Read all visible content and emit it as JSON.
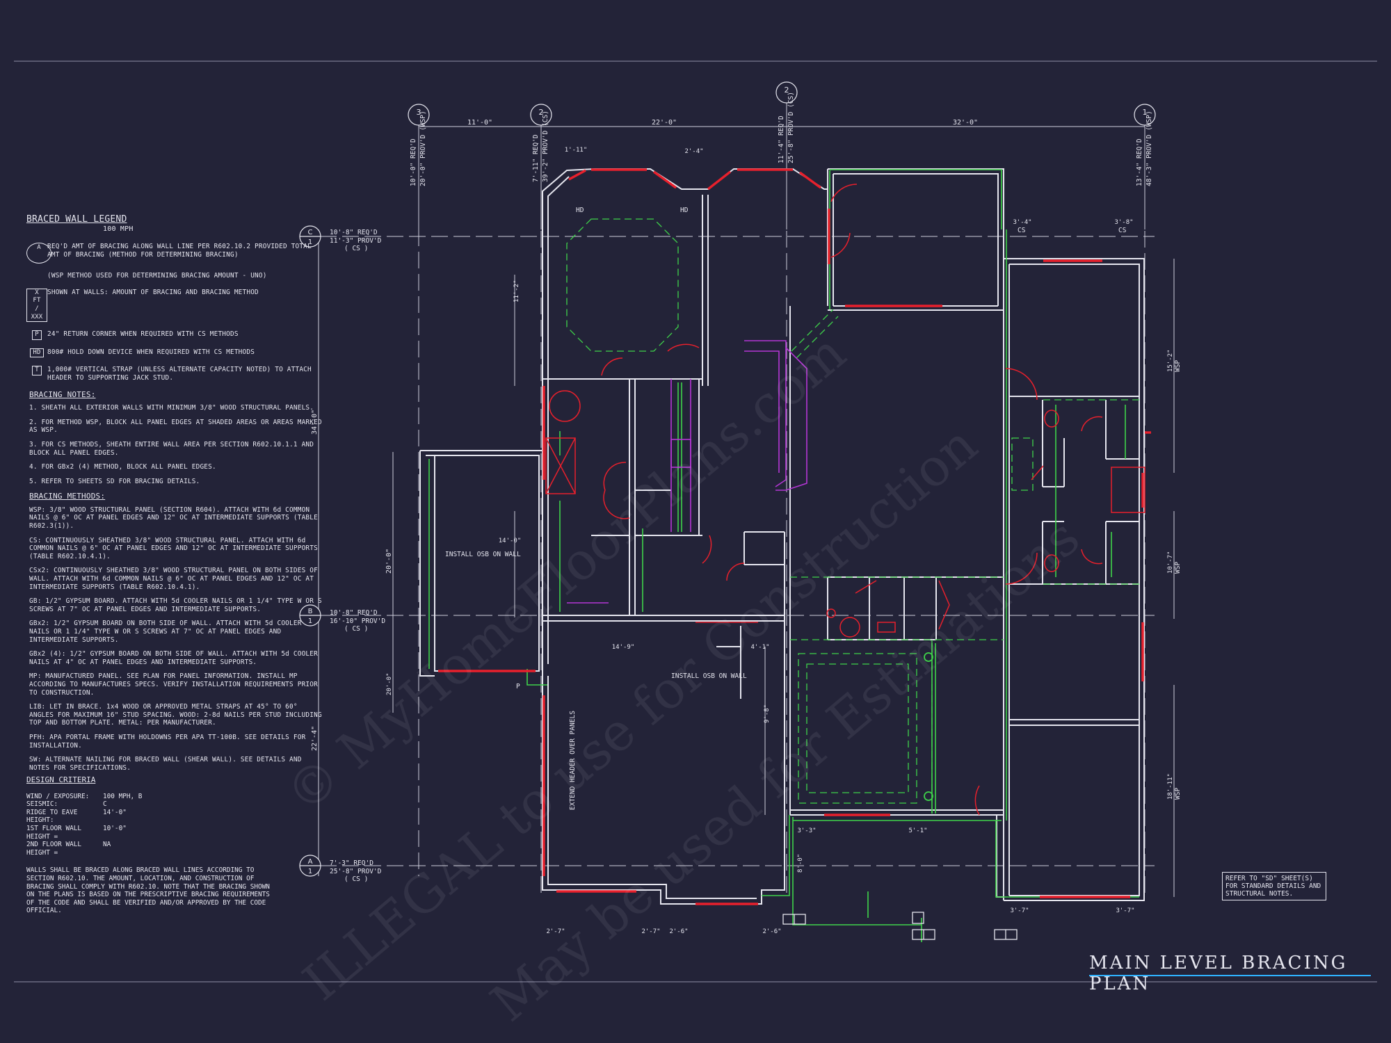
{
  "legend": {
    "title": "BRACED WALL LEGEND",
    "wind": "100 MPH",
    "items": [
      {
        "symbol": "A",
        "text": "REQ'D AMT OF BRACING ALONG WALL LINE PER R602.10.2 PROVIDED TOTAL AMT OF BRACING (METHOD FOR DETERMINING BRACING)"
      },
      {
        "symbol": "",
        "text": "(WSP METHOD USED FOR DETERMINING BRACING AMOUNT - UNO)"
      },
      {
        "symbol": "X FT / XXX",
        "text": "SHOWN AT WALLS: AMOUNT OF BRACING AND BRACING METHOD"
      },
      {
        "symbol": "P",
        "text": "24\" RETURN CORNER WHEN REQUIRED WITH CS METHODS"
      },
      {
        "symbol": "HD",
        "text": "800# HOLD DOWN DEVICE WHEN REQUIRED WITH CS METHODS"
      },
      {
        "symbol": "T",
        "text": "1,000# VERTICAL STRAP (UNLESS ALTERNATE CAPACITY NOTED) TO ATTACH HEADER TO SUPPORTING JACK STUD."
      }
    ]
  },
  "bracing_notes": {
    "title": "BRACING NOTES:",
    "items": [
      "1. SHEATH ALL EXTERIOR WALLS WITH MINIMUM 3/8\" WOOD STRUCTURAL PANELS.",
      "2. FOR METHOD WSP, BLOCK ALL PANEL EDGES AT SHADED AREAS OR AREAS MARKED AS WSP.",
      "3. FOR CS METHODS, SHEATH ENTIRE WALL AREA PER SECTION R602.10.1.1 AND BLOCK ALL PANEL EDGES.",
      "4. FOR GBx2 (4) METHOD, BLOCK ALL PANEL EDGES.",
      "5. REFER TO SHEETS SD FOR BRACING DETAILS."
    ]
  },
  "bracing_methods": {
    "title": "BRACING METHODS:",
    "items": [
      "WSP: 3/8\" WOOD STRUCTURAL PANEL (SECTION R604). ATTACH WITH 6d COMMON NAILS @ 6\" OC AT PANEL EDGES AND 12\" OC AT INTERMEDIATE SUPPORTS (TABLE R602.3(1)).",
      "CS: CONTINUOUSLY SHEATHED 3/8\" WOOD STRUCTURAL PANEL. ATTACH WITH 6d COMMON NAILS @ 6\" OC AT PANEL EDGES AND 12\" OC AT INTERMEDIATE SUPPORTS (TABLE R602.10.4.1).",
      "CSx2: CONTINUOUSLY SHEATHED 3/8\" WOOD STRUCTURAL PANEL ON BOTH SIDES OF WALL. ATTACH WITH 6d COMMON NAILS @ 6\" OC AT PANEL EDGES AND 12\" OC AT INTERMEDIATE SUPPORTS (TABLE R602.10.4.1).",
      "GB: 1/2\" GYPSUM BOARD. ATTACH WITH 5d COOLER NAILS OR 1 1/4\" TYPE W OR S SCREWS AT 7\" OC AT PANEL EDGES AND INTERMEDIATE SUPPORTS.",
      "GBx2: 1/2\" GYPSUM BOARD ON BOTH SIDE OF WALL. ATTACH WITH 5d COOLER NAILS OR 1 1/4\" TYPE W OR S SCREWS AT 7\" OC AT PANEL EDGES AND INTERMEDIATE SUPPORTS.",
      "GBx2 (4): 1/2\" GYPSUM BOARD ON BOTH SIDE OF WALL. ATTACH WITH 5d COOLER NAILS AT 4\" OC AT PANEL EDGES AND INTERMEDIATE SUPPORTS.",
      "MP: MANUFACTURED PANEL. SEE PLAN FOR PANEL INFORMATION. INSTALL MP ACCORDING TO MANUFACTURES SPECS. VERIFY INSTALLATION REQUIREMENTS PRIOR TO CONSTRUCTION.",
      "LIB: LET IN BRACE. 1x4 WOOD OR APPROVED METAL STRAPS AT 45° TO 60° ANGLES FOR MAXIMUM 16\" STUD SPACING. WOOD: 2-8d NAILS PER STUD INCLUDING TOP AND BOTTOM PLATE. METAL: PER MANUFACTURER.",
      "PFH: APA PORTAL FRAME WITH HOLDOWNS PER APA TT-100B. SEE DETAILS FOR INSTALLATION.",
      "SW: ALTERNATE NAILING FOR BRACED WALL (SHEAR WALL). SEE DETAILS AND NOTES FOR SPECIFICATIONS."
    ]
  },
  "design_criteria": {
    "title": "DESIGN CRITERIA",
    "rows": [
      {
        "k": "WIND / EXPOSURE:",
        "v": "100 MPH, B"
      },
      {
        "k": "SEISMIC:",
        "v": "C"
      },
      {
        "k": "RIDGE TO EAVE HEIGHT:",
        "v": "14'-0\""
      },
      {
        "k": "1ST FLOOR WALL HEIGHT =",
        "v": "10'-0\""
      },
      {
        "k": "2ND FLOOR WALL HEIGHT =",
        "v": "NA"
      }
    ],
    "paragraph": "WALLS SHALL BE BRACED ALONG BRACED WALL LINES ACCORDING TO SECTION R602.10. THE AMOUNT, LOCATION, AND CONSTRUCTION OF BRACING SHALL COMPLY WITH R602.10. NOTE THAT THE BRACING SHOWN ON THE PLANS IS BASED ON THE PRESCRIPTIVE BRACING REQUIREMENTS OF THE CODE AND SHALL BE VERIFIED AND/OR APPROVED BY THE CODE OFFICIAL."
  },
  "grid_top": [
    {
      "id": "3",
      "req": "10'-0\" REQ'D",
      "prov": "20'-0\" PROV'D (WSP)"
    },
    {
      "id": "2",
      "req": "7'-11\" REQ'D",
      "prov": "39'-2\" PROV'D (CS)"
    },
    {
      "id": "2",
      "req": "11'-4\" REQ'D",
      "prov": "25'-8\" PROV'D (CS)"
    },
    {
      "id": "1",
      "req": "13'-4\" REQ'D",
      "prov": "48'-3\" PROV'D (WSP)"
    }
  ],
  "grid_left": [
    {
      "id": "C",
      "sub": "1",
      "req": "10'-8\" REQ'D",
      "prov": "11'-3\" PROV'D",
      "method": "( CS )"
    },
    {
      "id": "B",
      "sub": "1",
      "req": "10'-8\" REQ'D",
      "prov": "16'-10\" PROV'D",
      "method": "( CS )"
    },
    {
      "id": "A",
      "sub": "1",
      "req": "7'-3\" REQ'D",
      "prov": "25'-8\" PROV'D",
      "method": "( CS )"
    }
  ],
  "top_dims": [
    "11'-0\"",
    "22'-0\"",
    "32'-0\""
  ],
  "left_dims": [
    "34'-0\"",
    "22'-4\"",
    "20'-0\""
  ],
  "labels": {
    "install_osb_1": "INSTALL OSB ON WALL",
    "install_osb_2": "INSTALL OSB ON WALL",
    "extend_header": "EXTEND HEADER OVER PANELS",
    "hd": "HD",
    "cs": "CS",
    "wsp": "WSP",
    "p": "P"
  },
  "segment_dims": [
    "1'-11\"",
    "2'-4\"",
    "3'-4\"",
    "3'-8\"",
    "11'-2\"",
    "14'-0\"",
    "14'-9\"",
    "4'-1\"",
    "9'-8\"",
    "3'-3\"",
    "5'-1\"",
    "8'-0\"",
    "3'-7\"",
    "3'-7\"",
    "2'-7\"",
    "2'-7\"",
    "2'-6\"",
    "2'-6\"",
    "15'-2\"",
    "10'-7\"",
    "18'-11\"",
    "20'-0\""
  ],
  "refer_note": "REFER TO \"SD\" SHEET(S) FOR STANDARD DETAILS AND STRUCTURAL NOTES.",
  "sheet_title": "MAIN LEVEL BRACING PLAN",
  "watermark": [
    "© MyHomeFloorPlans.com",
    "ILLEGAL to use for Construction",
    "May be used for Estimations"
  ],
  "colors": {
    "background": "#232338",
    "line": "#e6e6ef",
    "bracing": "#e8202c",
    "sheathing": "#3fd34a",
    "fixture": "#b536d6",
    "accent": "#2fb3ff"
  }
}
